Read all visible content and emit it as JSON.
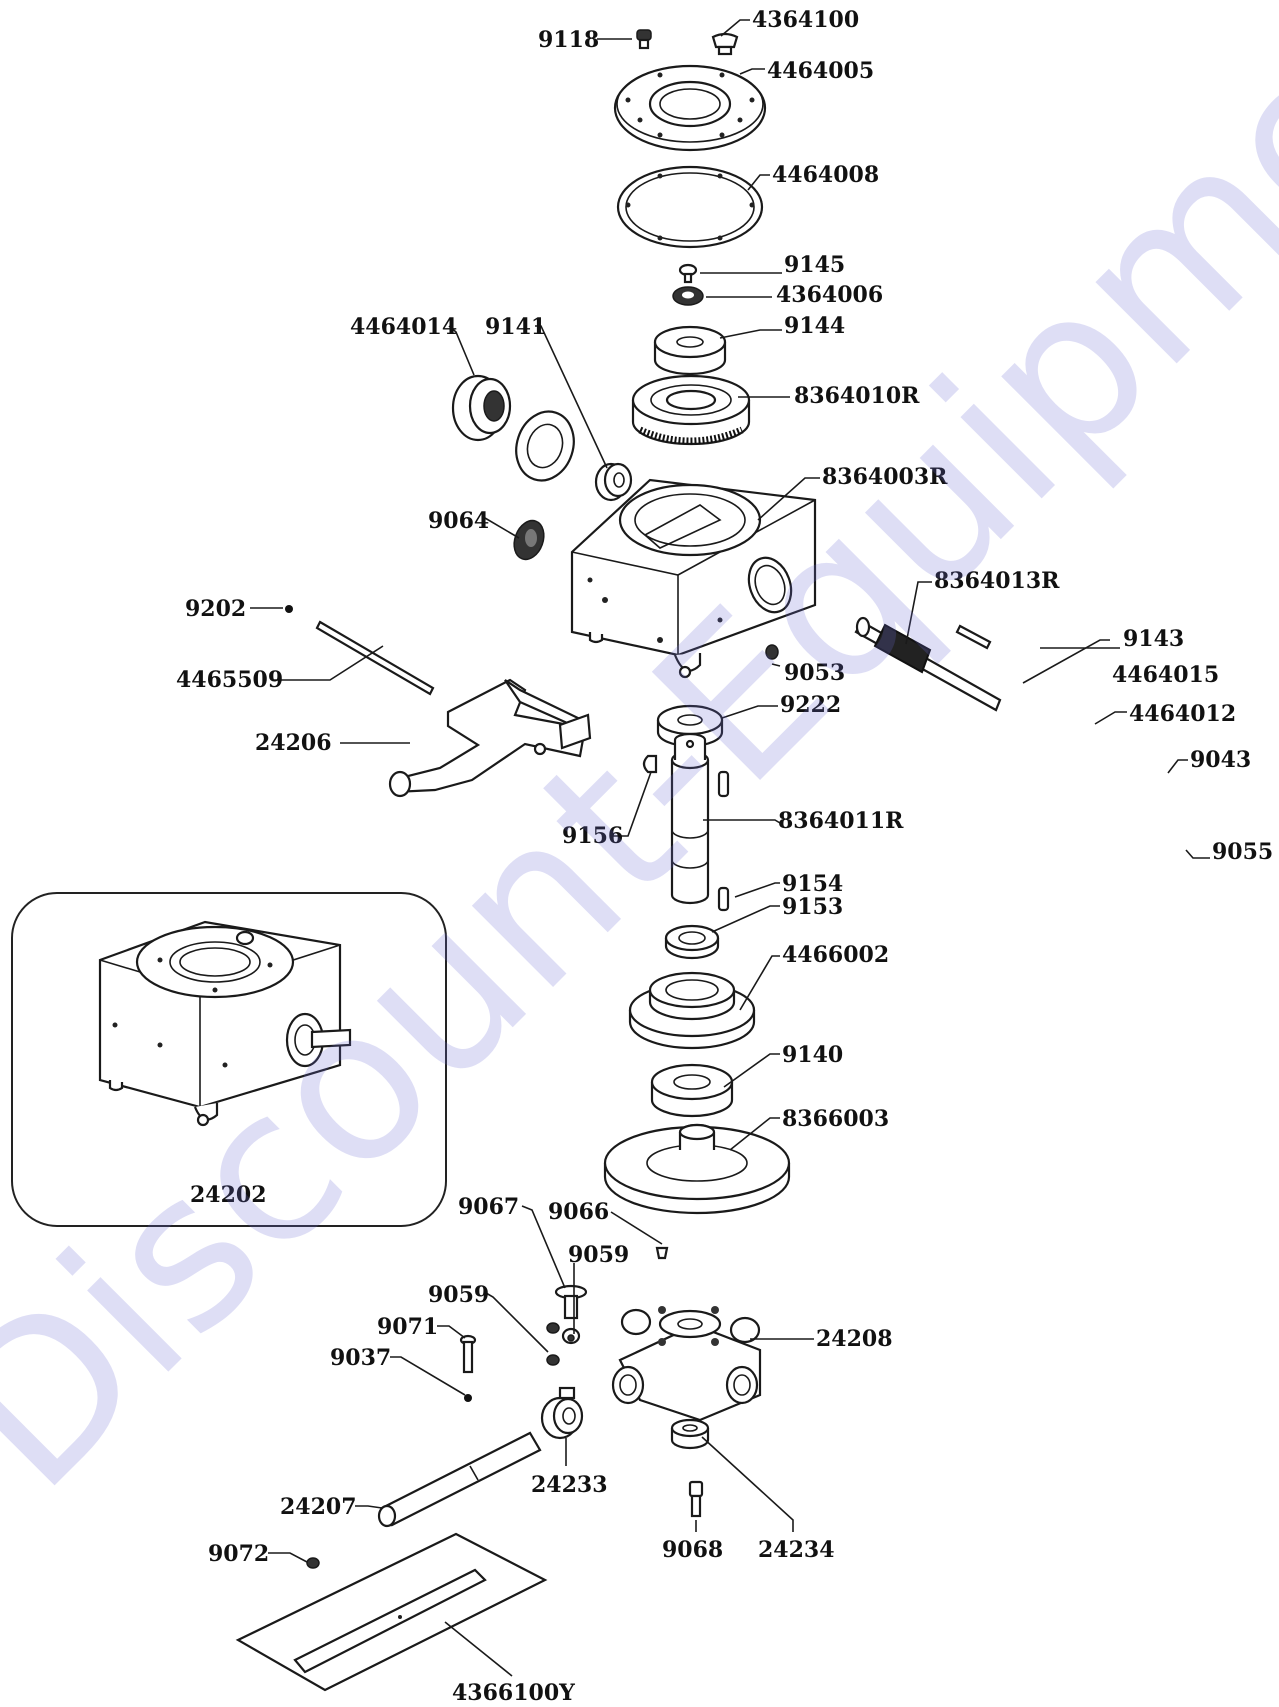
{
  "labels": {
    "p9118": "9118",
    "p4364100": "4364100",
    "p4464005": "4464005",
    "p4464008": "4464008",
    "p9145": "9145",
    "p4364006": "4364006",
    "p4464014": "4464014",
    "p9141": "9141",
    "p9144": "9144",
    "p8364010R": "8364010R",
    "p8364003R": "8364003R",
    "p9064": "9064",
    "p8364013R": "8364013R",
    "p9202": "9202",
    "p9143": "9143",
    "p4464015": "4464015",
    "p4465509": "4465509",
    "p9053": "9053",
    "p4464012": "4464012",
    "p9222": "9222",
    "p9043": "9043",
    "p24206": "24206",
    "p8364011R": "8364011R",
    "p9055": "9055",
    "p9156": "9156",
    "p9154": "9154",
    "p9153": "9153",
    "p4466002": "4466002",
    "p9140": "9140",
    "p8366003": "8366003",
    "p24202": "24202",
    "p9067": "9067",
    "p9066": "9066",
    "p9059a": "9059",
    "p9059b": "9059",
    "p9071": "9071",
    "p24208": "24208",
    "p9037": "9037",
    "p24233": "24233",
    "p24207": "24207",
    "p9068": "9068",
    "p24234": "24234",
    "p9072": "9072",
    "p4366100Y": "4366100Y"
  },
  "watermark": "Discount-Equipment.com",
  "colors": {
    "watermark": "#6b6bd6",
    "line": "#1a1a1a"
  }
}
